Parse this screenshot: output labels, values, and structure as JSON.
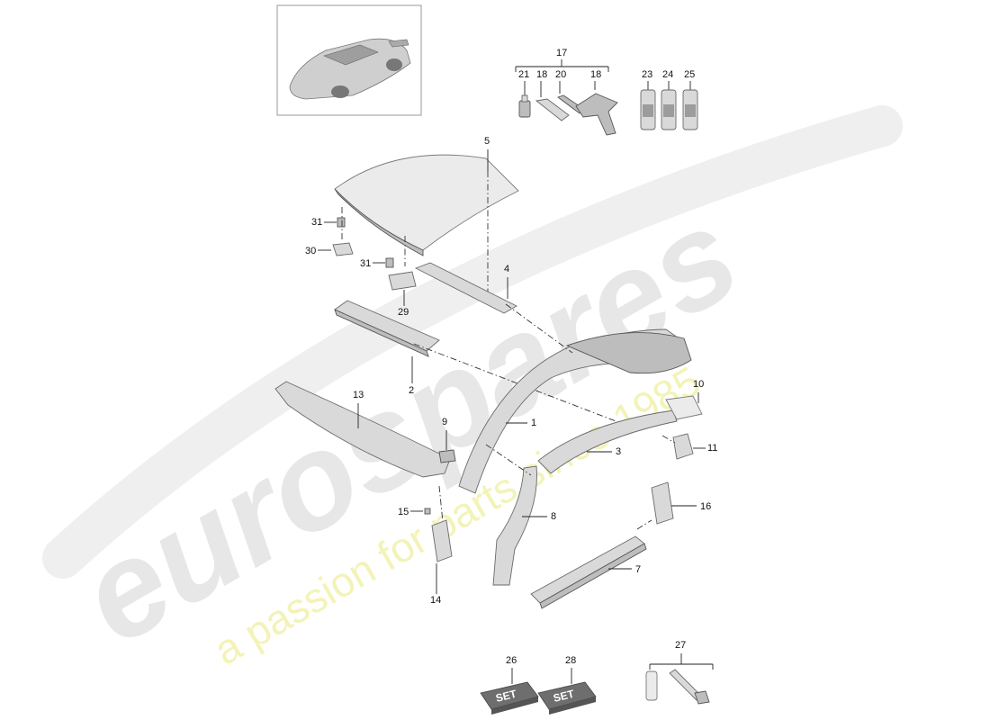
{
  "watermark": {
    "logo": "eurospares",
    "tagline": "a passion for parts since 1985"
  },
  "thumbnail": {
    "icon": "car-overview-icon"
  },
  "callouts": {
    "c1": "1",
    "c2": "2",
    "c3": "3",
    "c4": "4",
    "c5": "5",
    "c7": "7",
    "c8": "8",
    "c9": "9",
    "c10": "10",
    "c11": "11",
    "c13": "13",
    "c14": "14",
    "c15": "15",
    "c16": "16",
    "c17": "17",
    "c18a": "18",
    "c18b": "18",
    "c20": "20",
    "c21": "21",
    "c23": "23",
    "c24": "24",
    "c25": "25",
    "c26": "26",
    "c27": "27",
    "c28": "28",
    "c29": "29",
    "c30": "30",
    "c31a": "31",
    "c31b": "31"
  },
  "set_label": "SET",
  "colors": {
    "part_fill": "#d9d9d9",
    "outline": "#6a6a6a",
    "watermark_gray": "#e7e7e7",
    "watermark_yellow": "#f3f3b8"
  }
}
